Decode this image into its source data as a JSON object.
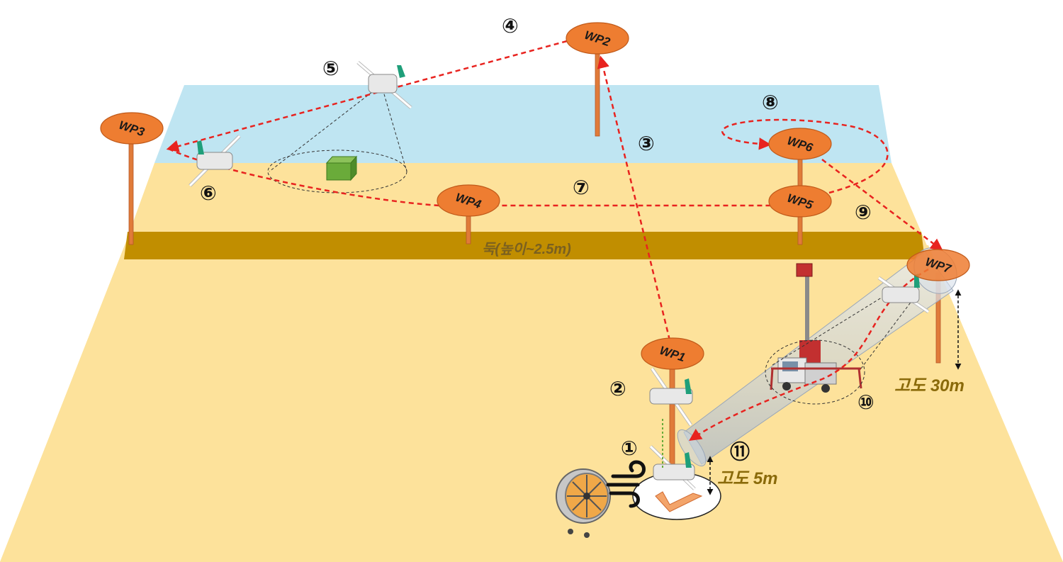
{
  "waypoints": {
    "wp1": "WP1",
    "wp2": "WP2",
    "wp3": "WP3",
    "wp4": "WP4",
    "wp5": "WP5",
    "wp6": "WP6",
    "wp7": "WP7"
  },
  "steps": {
    "s1": "①",
    "s2": "②",
    "s3": "③",
    "s4": "④",
    "s5": "⑤",
    "s6": "⑥",
    "s7": "⑦",
    "s8": "⑧",
    "s9": "⑨",
    "s10": "⑩",
    "s11": "⑪"
  },
  "labels": {
    "levee": "둑(높이~2.5m)",
    "alt_high": "고도 30m",
    "alt_low": "고도 5m"
  },
  "colors": {
    "ground": "#fde29b",
    "water": "#bfe5f2",
    "levee": "#c18e00",
    "waypoint": "#ee7d31",
    "pole": "#e07b39",
    "path": "#e8231f"
  }
}
